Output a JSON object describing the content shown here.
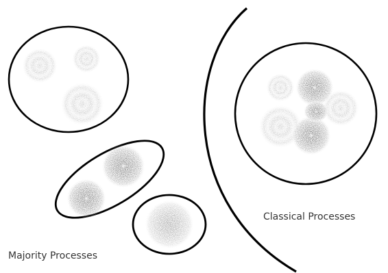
{
  "labels": {
    "classical": "Classical Processes",
    "majority": "Majority Processes"
  },
  "colors": {
    "background": "#ffffff",
    "outline": "#000000",
    "label_text": "#333333"
  },
  "regions": [
    {
      "id": "top-left-cluster",
      "contains": [
        "light-spot",
        "light-spot",
        "light-spot"
      ]
    },
    {
      "id": "dark-pair-cluster",
      "contains": [
        "dark-spot",
        "dark-spot"
      ]
    },
    {
      "id": "single-spot-cluster",
      "contains": [
        "medium-spot"
      ]
    },
    {
      "id": "classical-cluster",
      "contains": [
        "light-spot",
        "dark-spot",
        "light-spot",
        "light-spot",
        "dark-spot"
      ]
    }
  ]
}
